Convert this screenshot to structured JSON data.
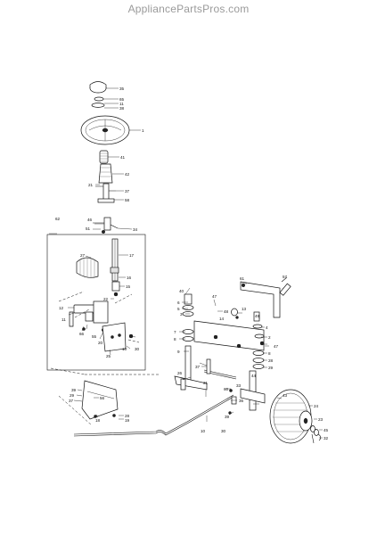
{
  "watermark": "AppliancePartsPros.com",
  "callouts": {
    "c35": "35",
    "c65": "65",
    "c11a": "11",
    "c38": "38",
    "c1": "1",
    "c41": "41",
    "c42": "42",
    "c21": "21",
    "c37a": "37",
    "c58": "58",
    "c62": "62",
    "c46": "46",
    "c34": "34",
    "c51": "51",
    "c17": "17",
    "c27": "27",
    "c16": "16",
    "c15": "15",
    "c22": "22",
    "c12": "12",
    "c11b": "11",
    "c66": "66",
    "c55": "55",
    "c20": "20",
    "c25": "25",
    "c10": "10",
    "c30": "30",
    "r40": "40",
    "r6": "6",
    "r5": "5",
    "r3": "3",
    "r7": "7",
    "r8a": "8",
    "r9": "9",
    "r47a": "47",
    "r48": "48",
    "r14": "14",
    "r13": "13",
    "r61": "61",
    "r57": "57",
    "r49": "49",
    "r4": "4",
    "r2": "2",
    "r28": "28",
    "r29": "29",
    "r44": "44",
    "r8b": "8",
    "r47b": "47",
    "r37b": "37",
    "r31": "31",
    "r26": "26",
    "r33": "33",
    "r60": "60",
    "r36": "36",
    "r39": "39",
    "r43": "43",
    "r24": "24",
    "r23": "23",
    "r45": "45",
    "r32": "32",
    "b39": "39",
    "b29": "29",
    "b37": "37",
    "b56": "56",
    "b18": "18",
    "b28": "28",
    "b19": "19"
  }
}
